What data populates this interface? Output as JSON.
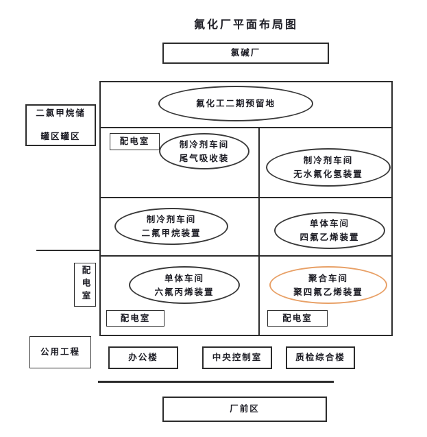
{
  "title": "氟化厂平面布局图",
  "colors": {
    "line": "#2b2b2b",
    "accent_ellipse": "#e8a066",
    "background": "#ffffff",
    "text": "#1c1c24"
  },
  "top": {
    "chlor_alkali_plant": "氯碱厂"
  },
  "left_column": {
    "tank_area_line1": "二氯甲烷储",
    "tank_area_line2": "罐区罐区",
    "power_room_vertical": "配电室",
    "utilities": "公用工程"
  },
  "grid": {
    "reserved_land": "氟化工二期预留地",
    "power_room_top": "配电室",
    "tail_gas": {
      "line1": "制冷剂车间",
      "line2": "尾气吸收装"
    },
    "ahf_unit": {
      "line1": "制冷剂车间",
      "line2": "无水氟化氢装置"
    },
    "r32_unit": {
      "line1": "制冷剂车间",
      "line2": "二氟甲烷装置"
    },
    "tfe_unit": {
      "line1": "单体车间",
      "line2": "四氟乙烯装置"
    },
    "hfp_unit": {
      "line1": "单体车间",
      "line2": "六氟丙烯装置"
    },
    "ptfe_unit": {
      "line1": "聚合车间",
      "line2": "聚四氟乙烯装置"
    },
    "power_room_bottom_left": "配电室",
    "power_room_bottom_right": "配电室"
  },
  "bottom_row": {
    "office_building": "办公楼",
    "central_control_room": "中央控制室",
    "qc_building": "质检综合楼",
    "front_area": "厂前区"
  }
}
